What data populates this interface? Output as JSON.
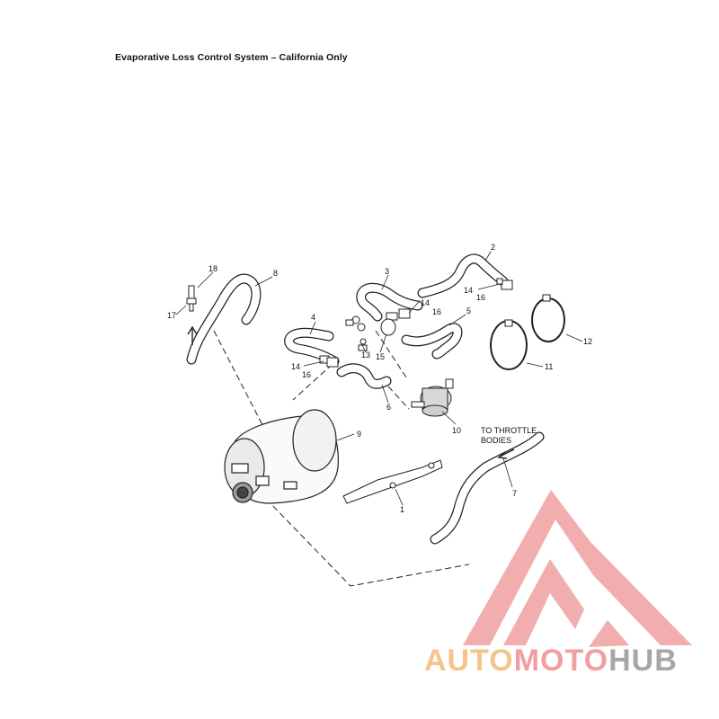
{
  "title": "Evaporative Loss Control System – California Only",
  "callouts": {
    "n1": "1",
    "n2": "2",
    "n3": "3",
    "n4": "4",
    "n5": "5",
    "n6": "6",
    "n7": "7",
    "n8": "8",
    "n9": "9",
    "n10": "10",
    "n11": "11",
    "n12": "12",
    "n13": "13",
    "n14a": "14",
    "n14b": "14",
    "n14c": "14",
    "n15": "15",
    "n16a": "16",
    "n16b": "16",
    "n16c": "16",
    "n17": "17",
    "n18": "18"
  },
  "note": {
    "line1": "TO THROTTLE",
    "line2": "BODIES"
  },
  "watermark": {
    "part1": "AUTO",
    "part2": "MOTO",
    "part3": "HUB"
  },
  "colors": {
    "wm_auto": "#f5c48a",
    "wm_moto": "#f0a0a0",
    "wm_hub": "#a7a7a7",
    "wm_logo": "#f0a0a0"
  }
}
